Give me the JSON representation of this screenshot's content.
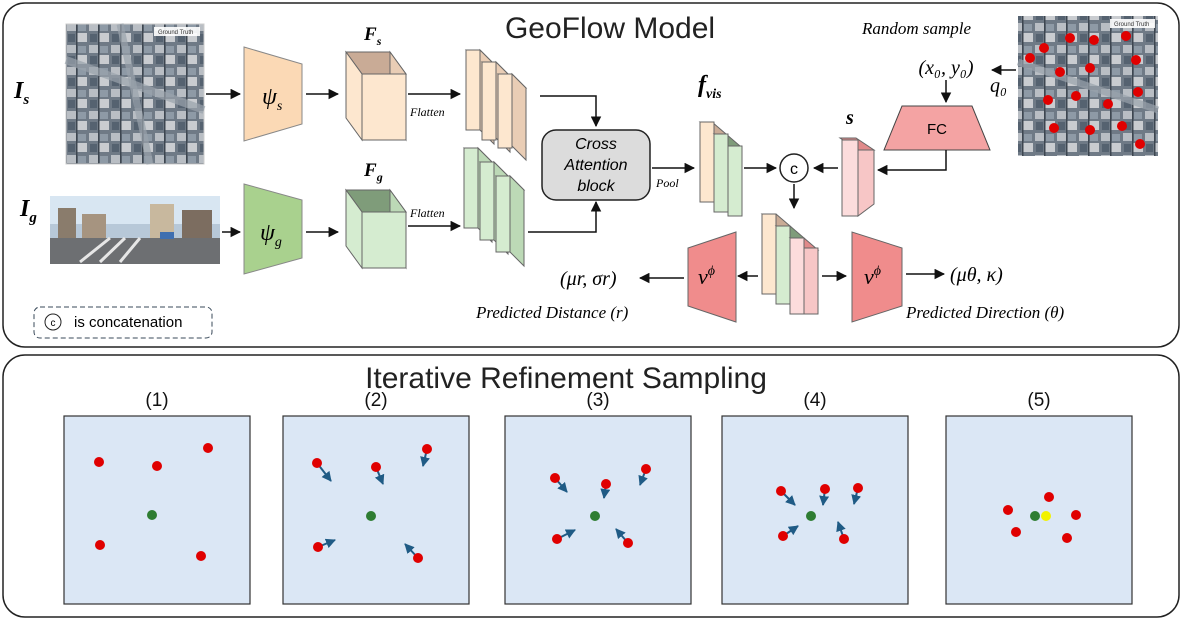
{
  "model": {
    "title": "GeoFlow Model",
    "inputs": {
      "satellite_label": "I",
      "satellite_sub": "s",
      "ground_label": "I",
      "ground_sub": "g"
    },
    "encoders": {
      "sat_encoder": "ψ",
      "sat_encoder_sub": "s",
      "ground_encoder": "ψ",
      "ground_encoder_sub": "g"
    },
    "features": {
      "sat_feature": "F",
      "sat_feature_sub": "s",
      "ground_feature": "F",
      "ground_feature_sub": "g",
      "flatten_top": "Flatten",
      "flatten_bottom": "Flatten"
    },
    "cross_attention": {
      "line1": "Cross",
      "line2": "Attention",
      "line3": "block"
    },
    "pool_label": "Pool",
    "fvis": "f",
    "fvis_sub": "vis",
    "s_label": "s",
    "concat_symbol": "c",
    "fc_label": "FC",
    "random_sample": "Random sample",
    "x0y0": "(x₀, y₀)",
    "q0": "q₀",
    "distance_head": {
      "net": "v",
      "net_sup": "ϕ",
      "output": "(μr, σr)",
      "caption": "Predicted Distance (r)"
    },
    "direction_head": {
      "net": "v",
      "net_sup": "ϕ",
      "output": "(μθ, κ)",
      "caption": "Predicted Direction (θ)"
    },
    "legend": {
      "symbol": "c",
      "text": "is concatenation"
    },
    "map_badge": "Ground Truth"
  },
  "sampling": {
    "title": "Iterative Refinement Sampling",
    "steps": [
      {
        "label": "(1)"
      },
      {
        "label": "(2)"
      },
      {
        "label": "(3)"
      },
      {
        "label": "(4)"
      },
      {
        "label": "(5)"
      }
    ]
  },
  "colors": {
    "sat_encoder": "#fbd9b5",
    "ground_encoder": "#a9d18e",
    "sat_feature": "#fde7cf",
    "ground_feature": "#d5ecd0",
    "fc": "#f4a3a3",
    "v_net": "#f08c8c",
    "panel_bg": "#dbe7f5",
    "sample_point": "#e00000",
    "truth_point": "#2e7d32",
    "final_point": "#f2f200",
    "arrow": "#1f5b85"
  }
}
